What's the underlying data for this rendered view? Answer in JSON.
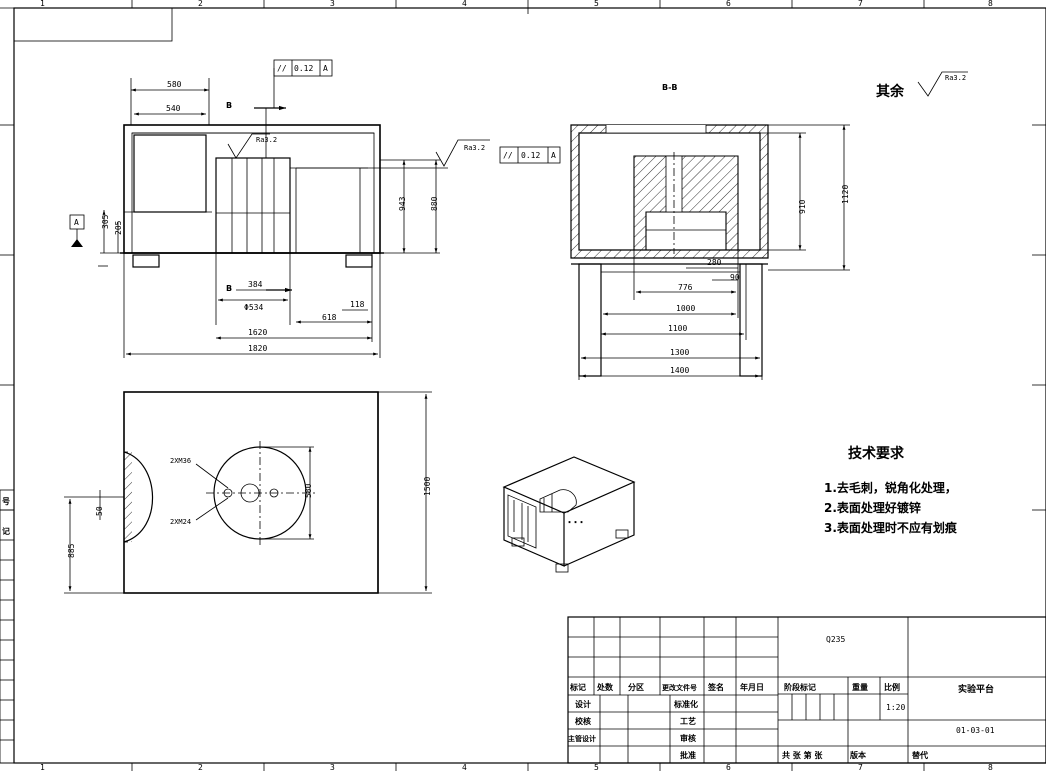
{
  "frame": {
    "top_zone_numbers": [
      "1",
      "2",
      "3",
      "4",
      "5",
      "6",
      "7",
      "8"
    ],
    "bottom_zone_numbers": [
      "1",
      "2",
      "3",
      "4",
      "5",
      "6",
      "7",
      "8"
    ]
  },
  "front_view": {
    "dims": {
      "d580": "580",
      "d540": "540",
      "d305": "305",
      "d205": "205",
      "d943": "943",
      "d880": "880",
      "d384": "384",
      "dia534": "Φ534",
      "d118": "118",
      "d618": "618",
      "d1620": "1620",
      "d1820": "1820"
    },
    "section_mark_top": "B",
    "section_mark_bottom": "B",
    "datum_label": "A",
    "roughness": "Ra3.2",
    "tolerance_symbol": "//",
    "tolerance_value": "0.12",
    "tolerance_datum": "A"
  },
  "section_view": {
    "title": "B-B",
    "dims": {
      "d910": "910",
      "d1120": "1120",
      "d280": "280",
      "d90": "90",
      "d776": "776",
      "d1000": "1000",
      "d1100": "1100",
      "d1300": "1300",
      "d1400": "1400"
    },
    "roughness": "Ra3.2",
    "tolerance_symbol": "//",
    "tolerance_value": "0.12",
    "tolerance_datum": "A"
  },
  "general_roughness": {
    "prefix": "其余",
    "value": "Ra3.2"
  },
  "top_view": {
    "hole_label_1": "2XM36",
    "hole_label_2": "2XM24",
    "d580": "580",
    "d1500": "1500",
    "d885": "885",
    "d50": "50"
  },
  "tech_requirements": {
    "title": "技术要求",
    "items": [
      "1.去毛刺，锐角化处理，",
      "2.表面处理好镀锌",
      "3.表面处理时不应有划痕"
    ]
  },
  "title_block": {
    "material": "Q235",
    "part_name": "实验平台",
    "drawing_no": "01-03-01",
    "scale": "1:20",
    "header_labels": [
      "标记",
      "处数",
      "分区",
      "更改文件号",
      "签名",
      "年月日"
    ],
    "left_roles": [
      "设计",
      "校核",
      "主管设计"
    ],
    "mid_roles": [
      "标准化",
      "工艺",
      "审核",
      "批准"
    ],
    "stage_label": "阶段标记",
    "weight_label": "重量",
    "scale_label": "比例",
    "sheet_label": "共 张 第 张",
    "version_label": "版本",
    "replace_label": "替代"
  },
  "left_margin_marks": [
    "号",
    "记"
  ]
}
